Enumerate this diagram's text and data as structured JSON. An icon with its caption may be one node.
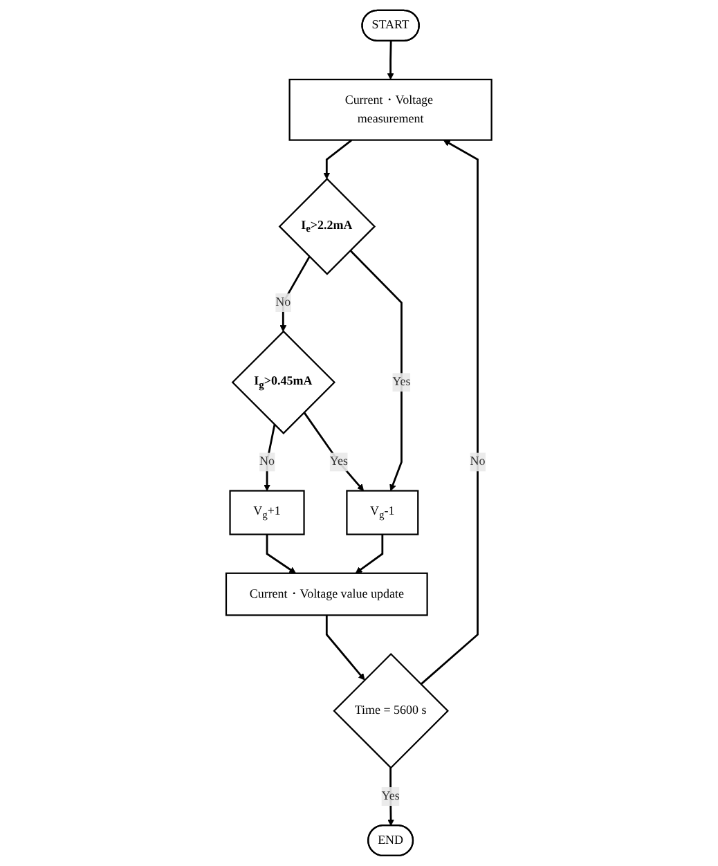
{
  "diagram": {
    "nodes": [
      {
        "text": [
          "START"
        ]
      },
      {
        "text": [
          "Current・Voltage measurement"
        ]
      },
      {
        "text": [
          "I$_{e}$>2.2mA"
        ]
      },
      {
        "text": [
          "I$_{g}$>0.45mA"
        ]
      },
      {
        "text": [
          "V$_{g}$+1"
        ]
      },
      {
        "text": [
          "V$_{g}$-1"
        ]
      },
      {
        "text": [
          "Current・Voltage value update"
        ]
      },
      {
        "text": [
          "Time = 5600 s"
        ]
      },
      {
        "text": [
          "END"
        ]
      }
    ],
    "edges": [
      {
        "from": 0,
        "to": 1,
        "arrow": "to"
      },
      {
        "from": 1,
        "to": 2,
        "arrow": "to"
      },
      {
        "from": 2,
        "to": 3,
        "arrow": "to",
        "label": "No"
      },
      {
        "from": 2,
        "to": 5,
        "arrow": "to",
        "label": "Yes"
      },
      {
        "from": 3,
        "to": 4,
        "arrow": "to",
        "label": "No"
      },
      {
        "from": 3,
        "to": 5,
        "arrow": "to",
        "label": "Yes"
      },
      {
        "from": 4,
        "to": 6,
        "arrow": "to"
      },
      {
        "from": 5,
        "to": 6,
        "arrow": "to"
      },
      {
        "from": 6,
        "to": 7,
        "arrow": "to"
      },
      {
        "from": 7,
        "to": 1,
        "arrow": "to",
        "label": "No"
      },
      {
        "from": 7,
        "to": 8,
        "arrow": "to",
        "label": "Yes"
      }
    ]
  }
}
